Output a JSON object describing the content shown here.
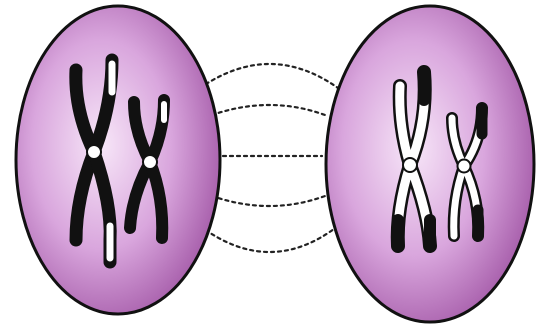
{
  "diagram": {
    "kind": "cell-division-crossing-over",
    "colors": {
      "cell_center": "#f7e6f8",
      "cell_mid": "#d9a6dd",
      "cell_edge": "#a45aa8",
      "cell_outline": "#111111",
      "chromosome_dark": "#111111",
      "chromosome_light": "#ffffff",
      "centromere": "#ffffff",
      "spindle": "#222222"
    },
    "cells": [
      {
        "id": "left-cell",
        "chromosomes": [
          "long-mostly-black",
          "short-mostly-black"
        ]
      },
      {
        "id": "right-cell",
        "chromosomes": [
          "long-mostly-white",
          "short-mostly-white"
        ]
      }
    ],
    "spindle_fibers": 5
  }
}
